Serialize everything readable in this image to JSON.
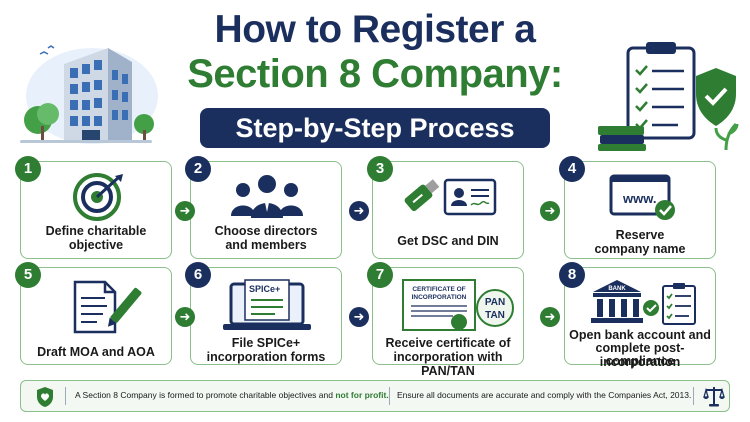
{
  "title": {
    "line1": "How to Register a",
    "line2": "Section 8 Company:",
    "banner": "Step-by-Step Process"
  },
  "steps": [
    {
      "number": "1",
      "label_l1": "Define charitable",
      "label_l2": "objective"
    },
    {
      "number": "2",
      "label_l1": "Choose directors",
      "label_l2": "and members"
    },
    {
      "number": "3",
      "label_l1": "Get DSC and DIN",
      "label_l2": ""
    },
    {
      "number": "4",
      "label_l1": "Reserve",
      "label_l2": "company name"
    },
    {
      "number": "5",
      "label_l1": "Draft MOA and AOA",
      "label_l2": ""
    },
    {
      "number": "6",
      "label_l1": "File SPICe+",
      "label_l2": "incorporation forms"
    },
    {
      "number": "7",
      "label_l1": "Receive certificate of",
      "label_l2": "incorporation with PAN/TAN"
    },
    {
      "number": "8",
      "label_l1": "Open bank account and",
      "label_l2": "complete post-incorporation",
      "label_l3": "compliance"
    }
  ],
  "icons": {
    "www_text": "www.",
    "spice_text": "SPICe+",
    "cert_line1": "CERTIFICATE OF",
    "cert_line2": "INCORPORATION",
    "pan_text": "PAN",
    "tan_text": "TAN",
    "bank_text": "BANK"
  },
  "footer": {
    "note_part1": "A Section 8 Company is formed to promote charitable objectives and ",
    "note_highlight": "not for profit.",
    "note2": "Ensure all documents are accurate and comply with the Companies Act, 2013."
  },
  "colors": {
    "navy": "#1b2f5e",
    "green": "#2e7d32",
    "border": "#8bbf8c"
  }
}
